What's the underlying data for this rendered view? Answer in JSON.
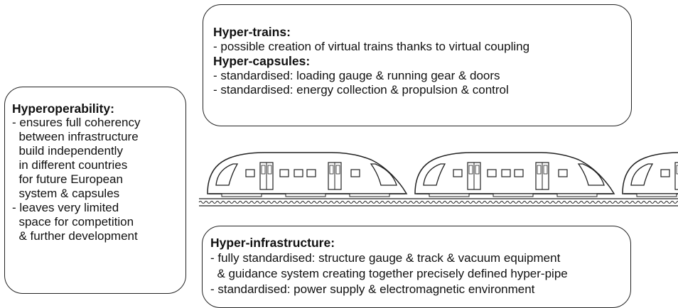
{
  "left_box": {
    "title": "Hyperoperability:",
    "lines": [
      "- ensures full coherency",
      "  between infrastructure",
      "  build independently",
      "  in different countries",
      "  for future European",
      "  system & capsules",
      "- leaves very limited",
      "  space for competition",
      "  & further development"
    ]
  },
  "top_box": {
    "trains_title": "Hyper-trains:",
    "trains_line": "- possible creation of virtual trains thanks to virtual coupling",
    "capsules_title": "Hyper-capsules:",
    "capsules_lines": [
      "- standardised: loading gauge & running gear & doors",
      "- standardised: energy collection & propulsion & control"
    ]
  },
  "bottom_box": {
    "title": "Hyper-infrastructure:",
    "lines": [
      "- fully standardised: structure gauge & track & vacuum equipment",
      "  & guidance system creating together precisely defined hyper-pipe",
      "- standardised: power supply & electromagnetic environment"
    ]
  },
  "illustration": {
    "icon": "train-illustration-icon",
    "capsule_count": 3
  }
}
